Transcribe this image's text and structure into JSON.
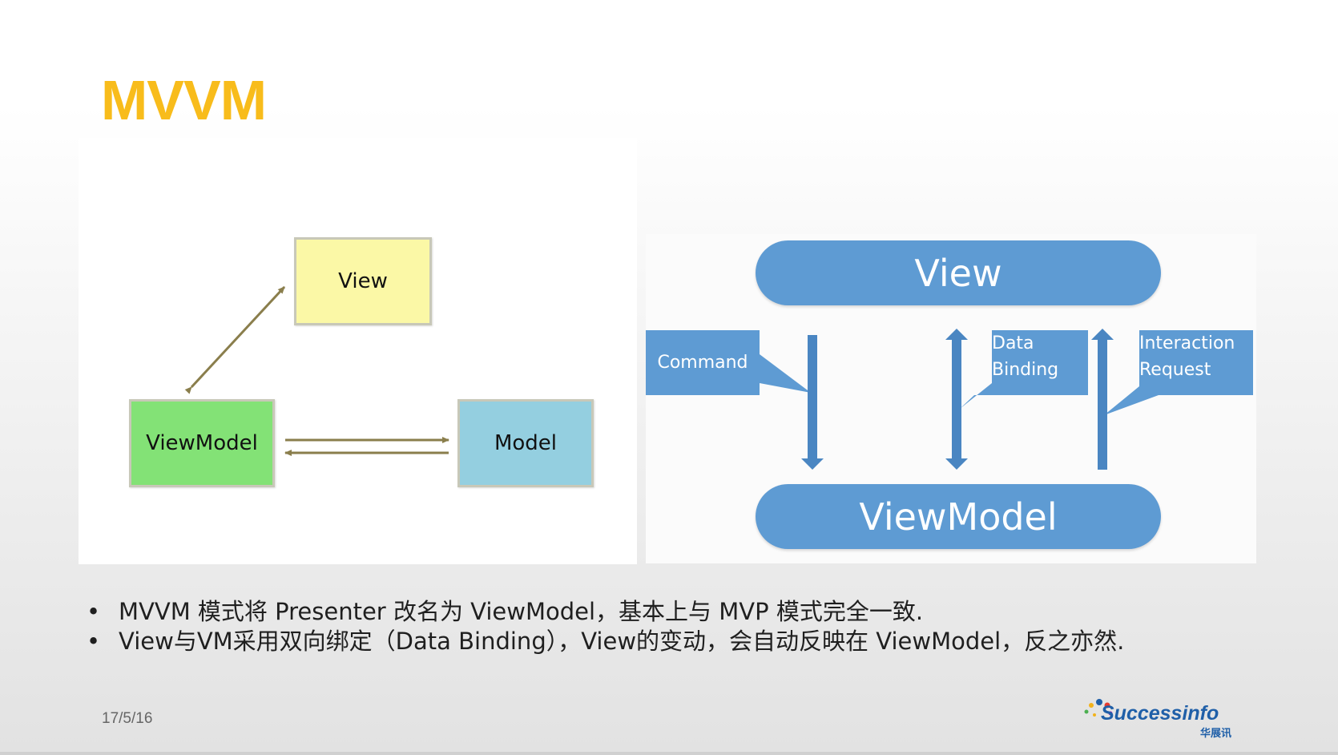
{
  "slide": {
    "title": "MVVM",
    "date": "17/5/16"
  },
  "left_diagram": {
    "view_label": "View",
    "viewmodel_label": "ViewModel",
    "model_label": "Model",
    "colors": {
      "view": "#FBF8A6",
      "viewmodel": "#83E276",
      "model": "#94CFE0",
      "arrow": "#8A7E4C"
    }
  },
  "right_diagram": {
    "view_label": "View",
    "viewmodel_label": "ViewModel",
    "command_label": "Command",
    "binding_label_line1": "Data",
    "binding_label_line2": "Binding",
    "interaction_label_line1": "Interaction",
    "interaction_label_line2": "Request",
    "colors": {
      "fill": "#5E9BD3",
      "arrow": "#4A86C2"
    }
  },
  "bullets": [
    {
      "marker": "•",
      "text": "MVVM 模式将 Presenter 改名为 ViewModel，基本上与 MVP 模式完全一致."
    },
    {
      "marker": "•",
      "text": "View与VM采用双向绑定（Data Binding），View的变动，会自动反映在 ViewModel，反之亦然."
    }
  ],
  "logo": {
    "word": "Successinfo",
    "subtitle": "华展讯",
    "icon": "colored-dots-logo-icon"
  }
}
